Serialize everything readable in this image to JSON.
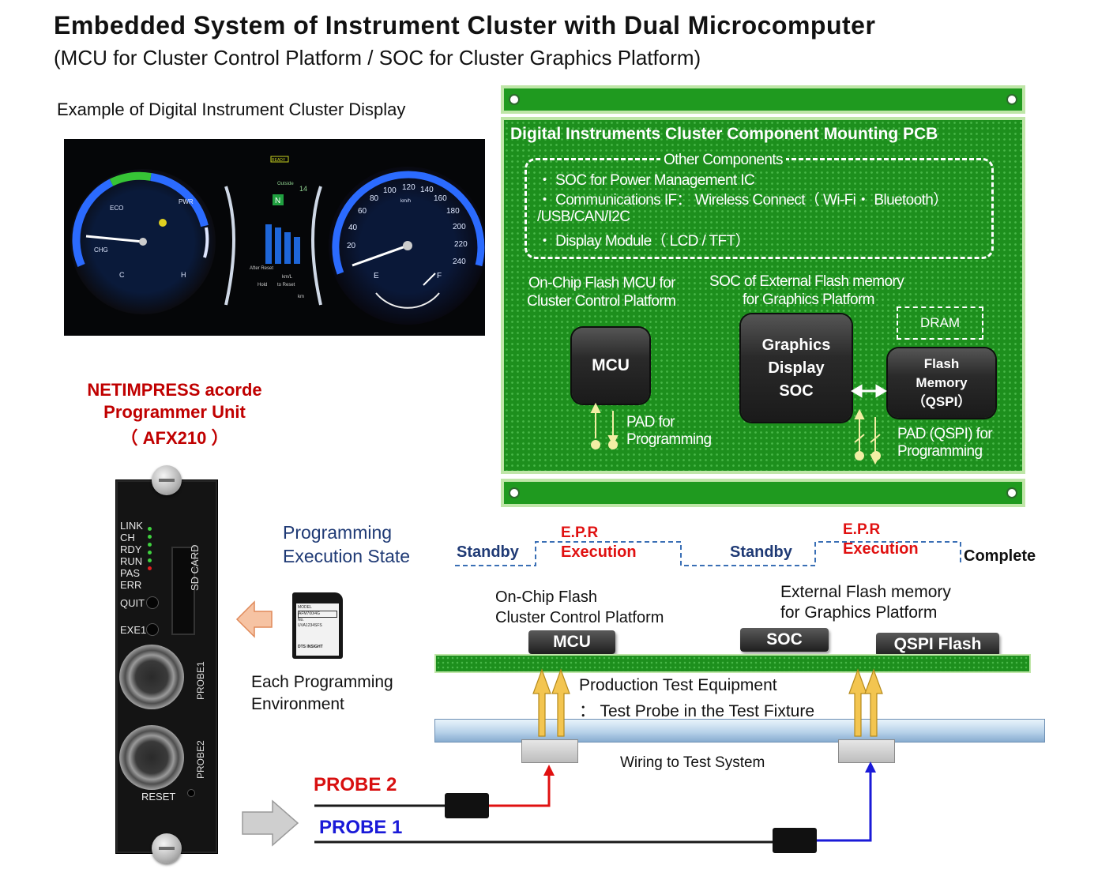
{
  "title": "Embedded  System  of  Instrument  Cluster  with  Dual  Microcomputer",
  "subtitle": "(MCU for Cluster Control Platform /   SOC for Cluster Graphics Platform)",
  "cluster_caption": "Example of Digital Instrument Cluster Display",
  "cluster_display": {
    "ready": "READY",
    "left_gauge": [
      "ECO",
      "PWR",
      "CHG",
      "C",
      "H"
    ],
    "right_gauge_ticks": [
      "20",
      "40",
      "60",
      "80",
      "100",
      "120",
      "140",
      "160",
      "180",
      "200",
      "220",
      "240"
    ],
    "speed_unit": "km/h",
    "right_gauge_labels": [
      "E",
      "F"
    ],
    "center": [
      "Outside",
      "14",
      "N",
      "After Reset",
      "km/L",
      "Hold",
      "to Reset",
      "km"
    ]
  },
  "pcb": {
    "title": "Digital  Instruments  Cluster  Component  Mounting  PCB",
    "other_components_label": "Other Components",
    "other_lines": [
      "・ SOC for Power Management IC",
      "・ Communications IF： Wireless Connect（ Wi-Fi・ Bluetooth）",
      "   /USB/CAN/I2C",
      "・ Display Module（ LCD / TFT）"
    ],
    "mcu_caption_1": "On-Chip Flash MCU for",
    "mcu_caption_2": "Cluster Control Platform",
    "soc_caption_1": "SOC of External Flash memory",
    "soc_caption_2": "for Graphics Platform",
    "mcu_chip": "MCU",
    "gds_chip": [
      "Graphics",
      "Display",
      "SOC"
    ],
    "flash_chip": [
      "Flash",
      "Memory",
      "（QSPI）"
    ],
    "dram": "DRAM",
    "pad_mcu_1": "PAD for",
    "pad_mcu_2": "Programming",
    "pad_qspi_1": "PAD (QSPI) for",
    "pad_qspi_2": "Programming"
  },
  "programmer": {
    "line1": "NETIMPRESS acorde",
    "line2": "Programmer Unit",
    "line3": "（ AFX210 ）",
    "leds": [
      "LINK",
      "CH",
      "RDY",
      "RUN",
      "PAS",
      "ERR"
    ],
    "led_colors": [
      "#3fd23f",
      "#3fd23f",
      "#3fd23f",
      "#3fd23f",
      "#3fd23f",
      "#e02020"
    ],
    "quit": "QUIT",
    "exe1": "EXE1",
    "sd_card": "SD CARD",
    "probe1": "PROBE1",
    "probe2": "PROBE2",
    "reset": "RESET"
  },
  "sd_card_label": {
    "model": "MODEL",
    "model_value": "AFM700/4G",
    "no": "No.",
    "serial": "UVA1234SFS",
    "brand": "DTS INSIGHT"
  },
  "env_label_1": "Each Programming",
  "env_label_2": "Environment",
  "state": {
    "label_1": "Programming",
    "label_2": "Execution State",
    "standby_1": "Standby",
    "epr_1": "E.P.R",
    "exec_1": "Execution",
    "standby_2": "Standby",
    "epr_2": "E.P.R",
    "exec_2": "Execution",
    "complete": "Complete"
  },
  "test": {
    "mcu_label_1": "On-Chip Flash",
    "mcu_label_2": "Cluster Control Platform",
    "soc_label_1": "External Flash memory",
    "soc_label_2": "for Graphics Platform",
    "mcu_chip": "MCU",
    "soc_chip": "SOC",
    "qspi_chip": "QSPI Flash",
    "equipment_1": "Production Test Equipment",
    "equipment_2": "： Test Probe in the Test Fixture",
    "wiring": "Wiring to Test System",
    "probe2": "PROBE 2",
    "probe1": "PROBE 1"
  },
  "colors": {
    "pcb_green": "#1d8f1d",
    "red_accent": "#c00000",
    "navy": "#1f3a75",
    "probe2_wire": "#e01010",
    "probe1_wire": "#1a1ad8",
    "probe_arrow": "#f3c550",
    "state_line": "#3a6fb5"
  }
}
